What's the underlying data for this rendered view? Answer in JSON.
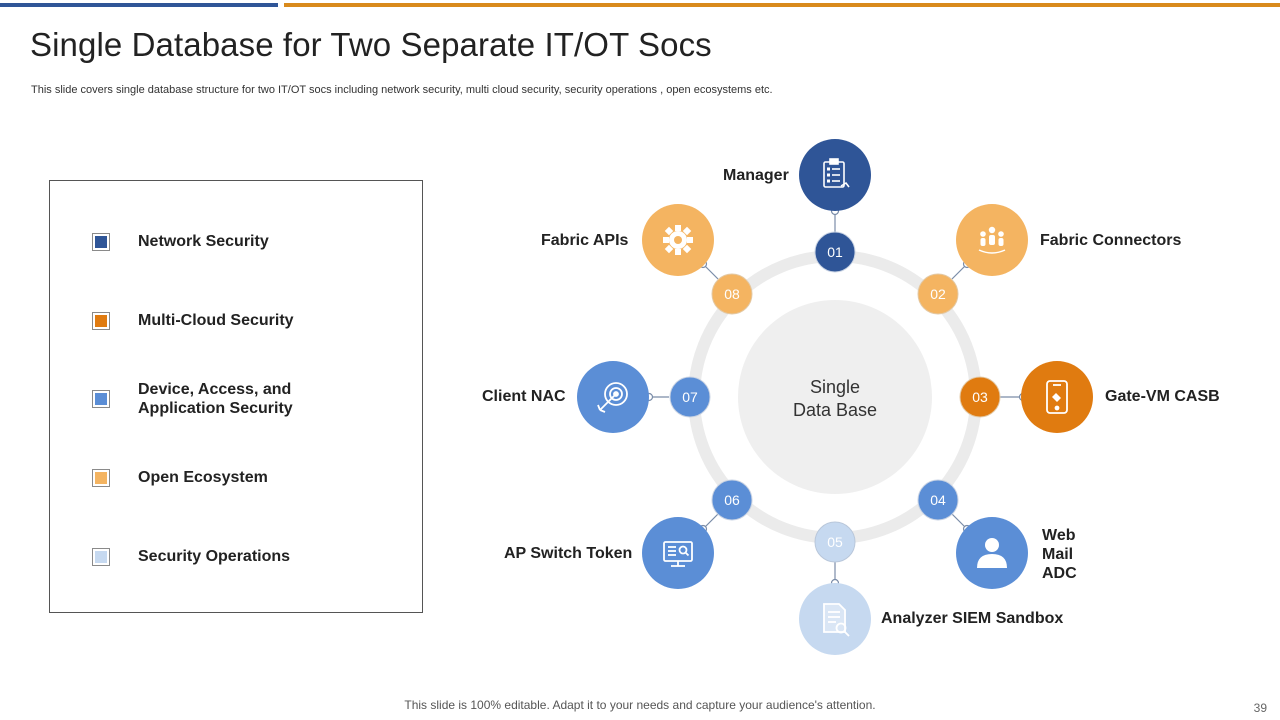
{
  "title": "Single Database for Two Separate IT/OT Socs",
  "subtitle": "This slide covers single database structure for two IT/OT  socs including network security, multi cloud security, security operations , open ecosystems etc.",
  "legend": [
    {
      "label": "Network Security",
      "color": "#2f5597"
    },
    {
      "label": "Multi-Cloud  Security",
      "color": "#e07b10"
    },
    {
      "label": "Device, Access, and Application  Security",
      "color": "#5b8ed6"
    },
    {
      "label": "Open Ecosystem",
      "color": "#f4b461"
    },
    {
      "label": "Security Operations",
      "color": "#c6d9f0"
    }
  ],
  "center_label": "Single\nData Base",
  "nodes": [
    {
      "num": "01",
      "label": "Manager",
      "icon": "clipboard-checklist-icon",
      "color": "#2f5597"
    },
    {
      "num": "02",
      "label": "Fabric Connectors",
      "icon": "people-network-icon",
      "color": "#f4b461"
    },
    {
      "num": "03",
      "label": "Gate-VM CASB",
      "icon": "mobile-phone-icon",
      "color": "#e07b10"
    },
    {
      "num": "04",
      "label": "Web\nMail\nADC",
      "icon": "user-icon",
      "color": "#5b8ed6"
    },
    {
      "num": "05",
      "label": "Analyzer SIEM Sandbox",
      "icon": "document-search-icon",
      "color": "#c6d9f0"
    },
    {
      "num": "06",
      "label": "AP Switch Token",
      "icon": "monitor-search-icon",
      "color": "#5b8ed6"
    },
    {
      "num": "07",
      "label": "Client NAC",
      "icon": "target-icon",
      "color": "#5b8ed6"
    },
    {
      "num": "08",
      "label": "Fabric APIs",
      "icon": "gear-icon",
      "color": "#f4b461"
    }
  ],
  "footer": "This slide is 100% editable. Adapt it to your needs and capture your audience's attention.",
  "page_number": "39"
}
